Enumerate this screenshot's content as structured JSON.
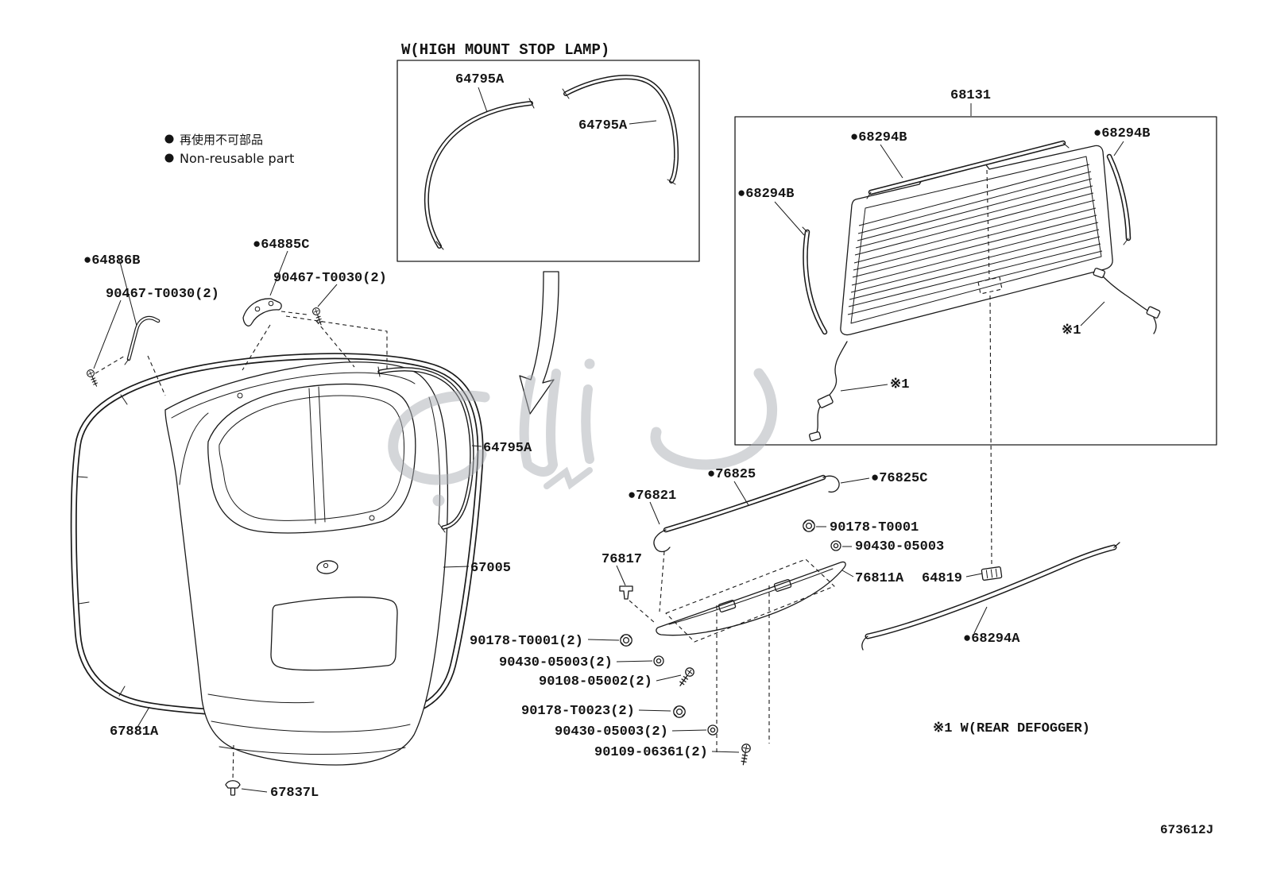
{
  "legend": {
    "jp": "再使用不可部品",
    "en": "Non-reusable part"
  },
  "stop_lamp_box": {
    "title": "W(HIGH MOUNT STOP LAMP)",
    "label_left": "64795A",
    "label_right": "64795A"
  },
  "clips_left": {
    "bracket_a": "●64886B",
    "bolt_a": "90467-T0030(2)",
    "bracket_b": "●64885C",
    "bolt_b": "90467-T0030(2)"
  },
  "glass": {
    "part": "68131",
    "molding_top": "●68294B",
    "molding_right": "●68294B",
    "molding_left": "●68294B",
    "ref_left": "※1",
    "ref_right": "※1"
  },
  "door": {
    "panel": "67005",
    "window_seal": "64795A",
    "weatherstrip": "67881A",
    "clip": "67837L"
  },
  "garnish": {
    "part": "76811A",
    "molding": "●76825",
    "end_left": "●76821",
    "end_right": "●76825C",
    "clip": "76817",
    "nut": "90178-T0001",
    "washer": "90430-05003",
    "fasteners": [
      "90178-T0001(2)",
      "90430-05003(2)",
      "90108-05002(2)",
      "90178-T0023(2)",
      "90430-05003(2)",
      "90109-06361(2)"
    ],
    "glass_clip": "64819",
    "molding_lower": "●68294A"
  },
  "footnote": "※1  W(REAR DEFOGGER)",
  "diagram_code": "673612J"
}
